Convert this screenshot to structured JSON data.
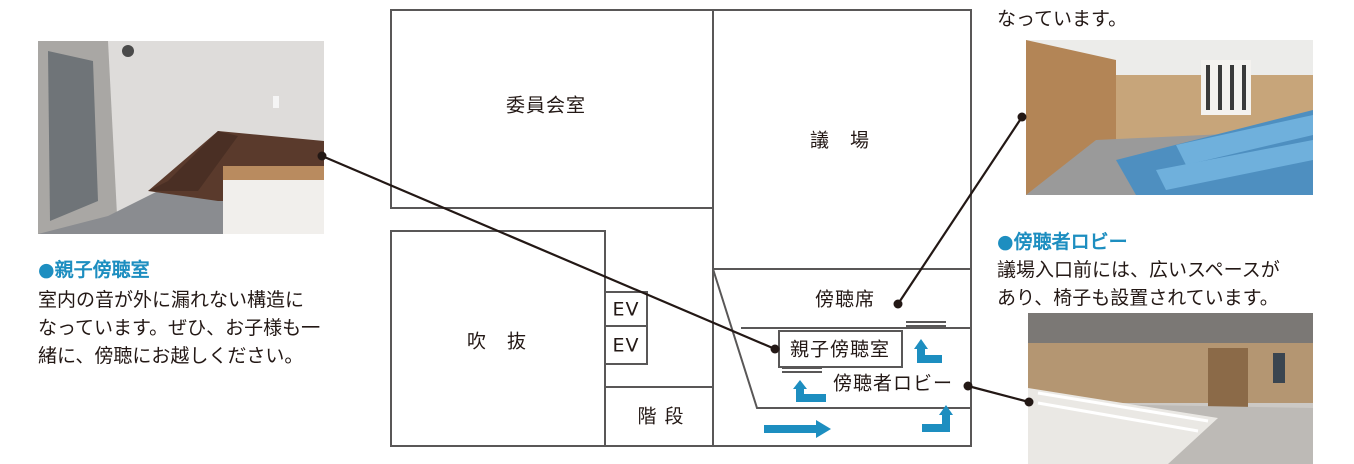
{
  "floor_plan": {
    "rooms": {
      "committee_room": "委員会室",
      "assembly_hall": "議　場",
      "atrium": "吹　抜",
      "gallery_seats": "傍聴席",
      "family_gallery": "親子傍聴室",
      "visitor_lobby": "傍聴者ロビー",
      "stairs": "階 段",
      "elevator_1": "EV",
      "elevator_2": "EV"
    }
  },
  "callouts": {
    "family_room": {
      "heading": "●親子傍聴室",
      "lines": [
        "室内の音が外に漏れない構造に",
        "なっています。ぜひ、お子様も一",
        "緒に、傍聴にお越しください。"
      ]
    },
    "hall_note": "なっています。",
    "lobby": {
      "heading": "●傍聴者ロビー",
      "lines": [
        "議場入口前には、広いスペースが",
        "あり、椅子も設置されています。"
      ]
    }
  },
  "colors": {
    "accent": "#1d8ec0",
    "line": "#231815",
    "wall": "#595757"
  }
}
